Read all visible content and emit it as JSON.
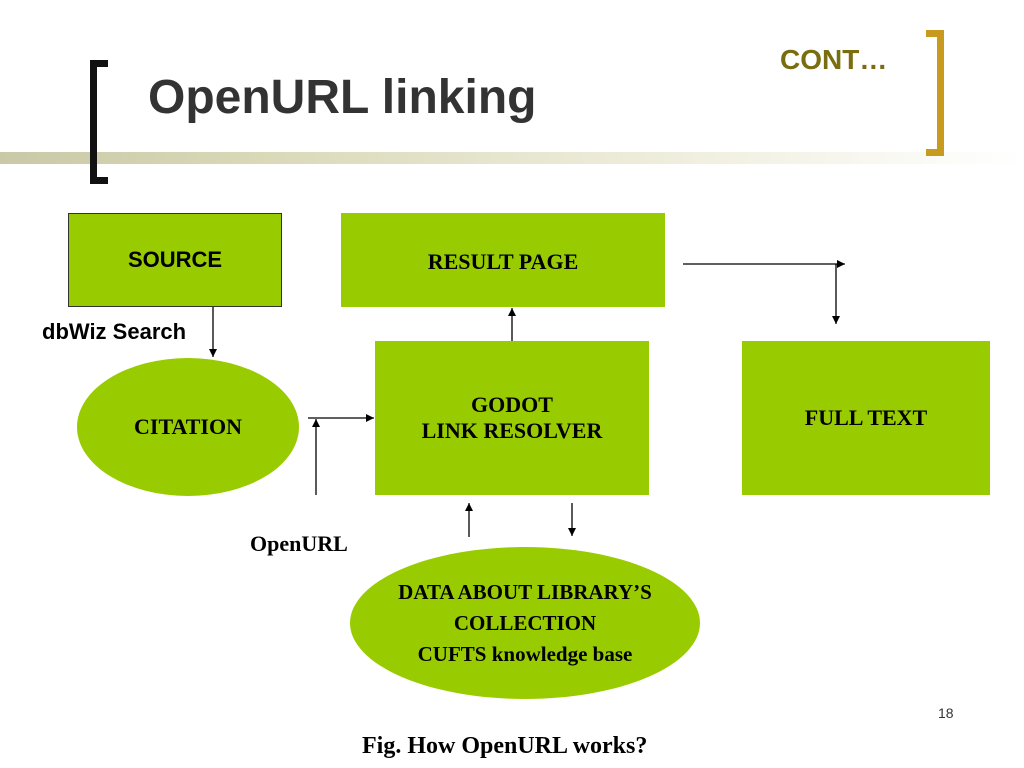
{
  "slide": {
    "title": "OpenURL linking",
    "continued_label": "CONT…",
    "slide_number": "18",
    "caption": "Fig. How OpenURL works?"
  },
  "diagram": {
    "nodes": {
      "source": "SOURCE",
      "result_page": "RESULT PAGE",
      "godot": [
        "GODOT",
        "LINK RESOLVER"
      ],
      "full_text": "FULL TEXT",
      "citation": "CITATION",
      "library_data": [
        "DATA ABOUT LIBRARY’S",
        "COLLECTION",
        "CUFTS knowledge base"
      ]
    },
    "labels": {
      "dbwiz": "dbWiz Search",
      "openurl": "OpenURL"
    },
    "colors": {
      "node_fill": "#99cc00",
      "title_text": "#333333",
      "cont_text": "#7a6d10",
      "left_bracket": "#111111",
      "right_bracket": "#c89a1e"
    }
  }
}
